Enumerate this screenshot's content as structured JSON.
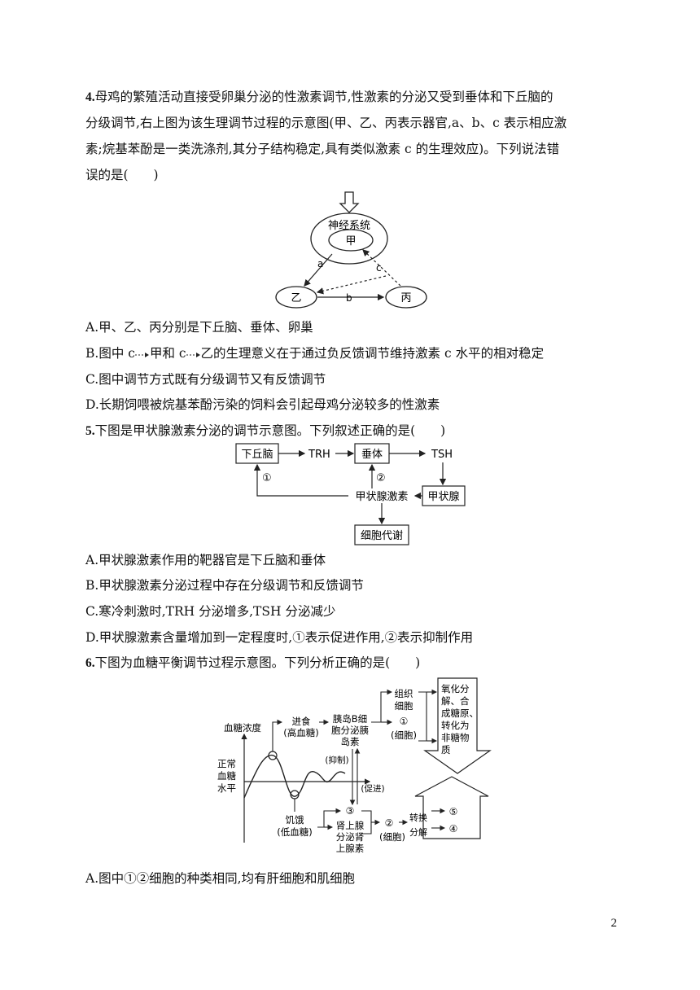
{
  "q4": {
    "num": "4.",
    "stem": [
      "母鸡的繁殖活动直接受卵巢分泌的性激素调节,性激素的分泌又受到垂体和下丘脑的",
      "分级调节,右上图为该生理调节过程的示意图(甲、乙、丙表示器官,a、b、c 表示相应激",
      "素;烷基苯酚是一类洗涤剂,其分子结构稳定,具有类似激素 c 的生理效应)。下列说法错",
      "误的是(　　)"
    ],
    "diagram": {
      "nervous": "神经系统",
      "jia": "甲",
      "yi": "乙",
      "bing": "丙",
      "a": "a",
      "b": "b",
      "c": "c"
    },
    "options": {
      "A": "A.甲、乙、丙分别是下丘脑、垂体、卵巢",
      "B1": "B.图中 c",
      "B2": "甲和 c",
      "B3": "乙的生理意义在于通过负反馈调节维持激素 c 水平的相对稳定",
      "C": "C.图中调节方式既有分级调节又有反馈调节",
      "D": "D.长期饲喂被烷基苯酚污染的饲料会引起母鸡分泌较多的性激素"
    }
  },
  "q5": {
    "num": "5.",
    "stem": "下图是甲状腺激素分泌的调节示意图。下列叙述正确的是(　　)",
    "diagram": {
      "hypothalamus": "下丘脑",
      "trh": "TRH",
      "pituitary": "垂体",
      "tsh": "TSH",
      "thyroid": "甲状腺",
      "hormone": "甲状腺激素",
      "metabolism": "细胞代谢",
      "c1": "①",
      "c2": "②"
    },
    "options": {
      "A": "A.甲状腺激素作用的靶器官是下丘脑和垂体",
      "B": "B.甲状腺激素分泌过程中存在分级调节和反馈调节",
      "C": "C.寒冷刺激时,TRH 分泌增多,TSH 分泌减少",
      "D": "D.甲状腺激素含量增加到一定程度时,①表示促进作用,②表示抑制作用"
    }
  },
  "q6": {
    "num": "6.",
    "stem": "下图为血糖平衡调节过程示意图。下列分析正确的是(　　)",
    "diagram": {
      "y_label": "血糖浓度",
      "normal": [
        "正常",
        "血糖",
        "水平"
      ],
      "eat": [
        "进食",
        "(高血糖)"
      ],
      "islet": [
        "胰岛B细",
        "胞分泌胰",
        "岛素"
      ],
      "tissue": [
        "组织",
        "细胞"
      ],
      "c1": "①",
      "cell": "(细胞)",
      "result": [
        "氧化分",
        "解、合",
        "成糖原、",
        "转化为",
        "非糖物",
        "质"
      ],
      "inhibit": "(抑制)",
      "promote": "(促进)",
      "hunger": [
        "饥饿",
        "(低血糖)"
      ],
      "c3": "③",
      "adrenal": [
        "肾上腺",
        "分泌肾",
        "上腺素"
      ],
      "c2": "②",
      "cell2": "(细胞)",
      "convert": "转换",
      "decompose": "分解",
      "c5": "⑤",
      "c4": "④"
    },
    "options": {
      "A": "A.图中①②细胞的种类相同,均有肝细胞和肌细胞"
    }
  },
  "page_number": "2"
}
